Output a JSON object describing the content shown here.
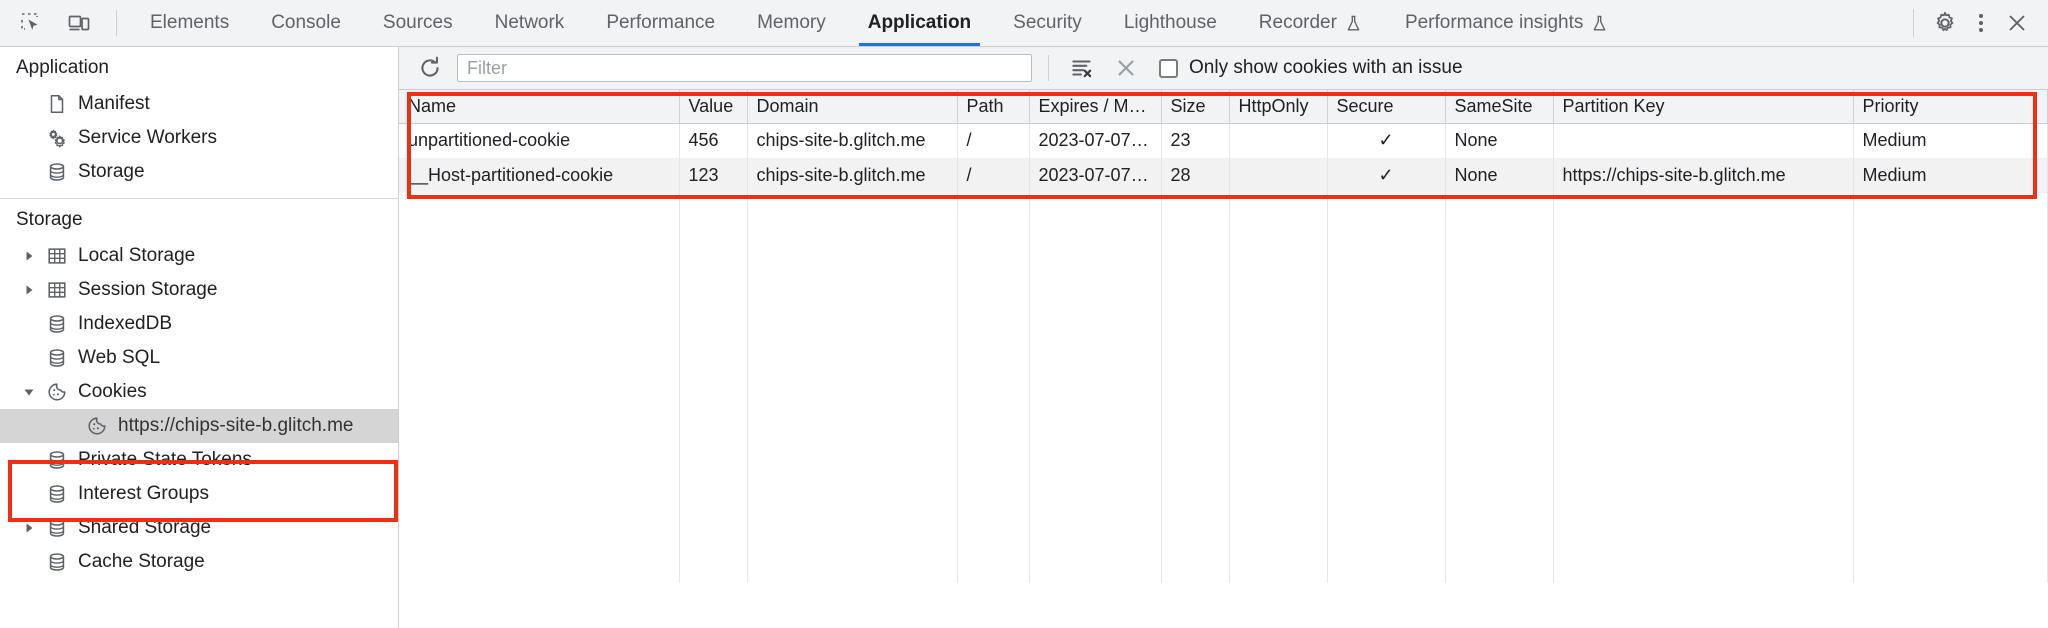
{
  "devtools": {
    "toolbar": {
      "inspect_icon": "inspect-element-icon",
      "device_icon": "device-toolbar-icon",
      "settings_icon": "gear-icon",
      "more_icon": "more-options-icon",
      "close_icon": "close-icon",
      "tabs": [
        {
          "label": "Elements",
          "selected": false,
          "experimental": false
        },
        {
          "label": "Console",
          "selected": false,
          "experimental": false
        },
        {
          "label": "Sources",
          "selected": false,
          "experimental": false
        },
        {
          "label": "Network",
          "selected": false,
          "experimental": false
        },
        {
          "label": "Performance",
          "selected": false,
          "experimental": false
        },
        {
          "label": "Memory",
          "selected": false,
          "experimental": false
        },
        {
          "label": "Application",
          "selected": true,
          "experimental": false
        },
        {
          "label": "Security",
          "selected": false,
          "experimental": false
        },
        {
          "label": "Lighthouse",
          "selected": false,
          "experimental": false
        },
        {
          "label": "Recorder",
          "selected": false,
          "experimental": true
        },
        {
          "label": "Performance insights",
          "selected": false,
          "experimental": true
        }
      ]
    },
    "sidebar": {
      "sections": [
        {
          "title": "Application",
          "items": [
            {
              "label": "Manifest",
              "icon": "document-icon",
              "expandable": false,
              "expanded": false,
              "selected": false,
              "indent": 1
            },
            {
              "label": "Service Workers",
              "icon": "gears-icon",
              "expandable": false,
              "expanded": false,
              "selected": false,
              "indent": 1
            },
            {
              "label": "Storage",
              "icon": "database-icon",
              "expandable": false,
              "expanded": false,
              "selected": false,
              "indent": 1
            }
          ]
        },
        {
          "title": "Storage",
          "items": [
            {
              "label": "Local Storage",
              "icon": "table-icon",
              "expandable": true,
              "expanded": false,
              "selected": false,
              "indent": 1
            },
            {
              "label": "Session Storage",
              "icon": "table-icon",
              "expandable": true,
              "expanded": false,
              "selected": false,
              "indent": 1
            },
            {
              "label": "IndexedDB",
              "icon": "database-icon",
              "expandable": false,
              "expanded": false,
              "selected": false,
              "indent": 1
            },
            {
              "label": "Web SQL",
              "icon": "database-icon",
              "expandable": false,
              "expanded": false,
              "selected": false,
              "indent": 1
            },
            {
              "label": "Cookies",
              "icon": "cookie-icon",
              "expandable": true,
              "expanded": true,
              "selected": false,
              "indent": 1
            },
            {
              "label": "https://chips-site-b.glitch.me",
              "icon": "cookie-icon",
              "expandable": false,
              "expanded": false,
              "selected": true,
              "indent": 2
            },
            {
              "label": "Private State Tokens",
              "icon": "database-icon",
              "expandable": false,
              "expanded": false,
              "selected": false,
              "indent": 1
            },
            {
              "label": "Interest Groups",
              "icon": "database-icon",
              "expandable": false,
              "expanded": false,
              "selected": false,
              "indent": 1
            },
            {
              "label": "Shared Storage",
              "icon": "database-icon",
              "expandable": true,
              "expanded": false,
              "selected": false,
              "indent": 1
            },
            {
              "label": "Cache Storage",
              "icon": "database-icon",
              "expandable": false,
              "expanded": false,
              "selected": false,
              "indent": 1
            }
          ]
        }
      ]
    },
    "filterbar": {
      "refresh_icon": "refresh-icon",
      "filter_placeholder": "Filter",
      "filter_value": "",
      "clear_filter_icon": "clear-filtered-icon",
      "clear_all_icon": "clear-all-icon",
      "issue_checkbox_label": "Only show cookies with an issue",
      "issue_checkbox_checked": false
    },
    "cookies_table": {
      "columns": [
        "Name",
        "Value",
        "Domain",
        "Path",
        "Expires / M…",
        "Size",
        "HttpOnly",
        "Secure",
        "SameSite",
        "Partition Key",
        "Priority"
      ],
      "rows": [
        {
          "Name": "unpartitioned-cookie",
          "Value": "456",
          "Domain": "chips-site-b.glitch.me",
          "Path": "/",
          "Expires / M…": "2023-07-07…",
          "Size": "23",
          "HttpOnly": "",
          "Secure": "✓",
          "SameSite": "None",
          "Partition Key": "",
          "Priority": "Medium"
        },
        {
          "Name": "__Host-partitioned-cookie",
          "Value": "123",
          "Domain": "chips-site-b.glitch.me",
          "Path": "/",
          "Expires / M…": "2023-07-07…",
          "Size": "28",
          "HttpOnly": "",
          "Secure": "✓",
          "SameSite": "None",
          "Partition Key": "https://chips-site-b.glitch.me",
          "Priority": "Medium"
        }
      ]
    },
    "annotations": {
      "highlight_color": "#ef2f13",
      "boxes": [
        {
          "name": "cookies-table-highlight"
        },
        {
          "name": "cookies-tree-highlight"
        }
      ]
    }
  }
}
